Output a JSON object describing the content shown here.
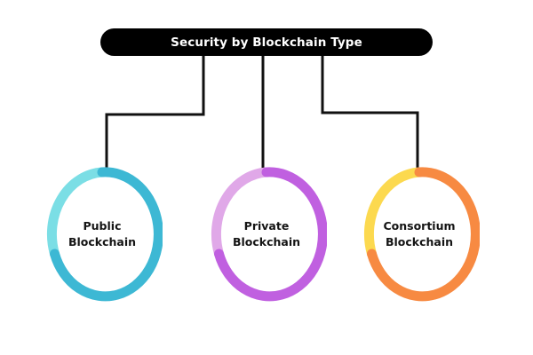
{
  "diagram": {
    "type": "org-chart",
    "background": "#ffffff",
    "title": {
      "text": "Security by Blockchain Type",
      "shape": "rounded-pill",
      "fill": "#000000",
      "text_color": "#ffffff"
    },
    "connector": {
      "color": "#111111",
      "style": "elbow",
      "width": 3
    },
    "nodes": [
      {
        "id": "public-blockchain",
        "line1": "Public",
        "line2": "Blockchain",
        "shape": "ring-ellipse",
        "color_light": "#7BDEE5",
        "color_dark": "#3DB8D4",
        "text_color": "#141414"
      },
      {
        "id": "private-blockchain",
        "line1": "Private",
        "line2": "Blockchain",
        "shape": "ring-ellipse",
        "color_light": "#E0A8E8",
        "color_dark": "#C060E0",
        "text_color": "#141414"
      },
      {
        "id": "consortium-blockchain",
        "line1": "Consortium",
        "line2": "Blockchain",
        "shape": "ring-ellipse",
        "color_light": "#FCD94F",
        "color_dark": "#F78A42",
        "text_color": "#141414"
      }
    ]
  }
}
